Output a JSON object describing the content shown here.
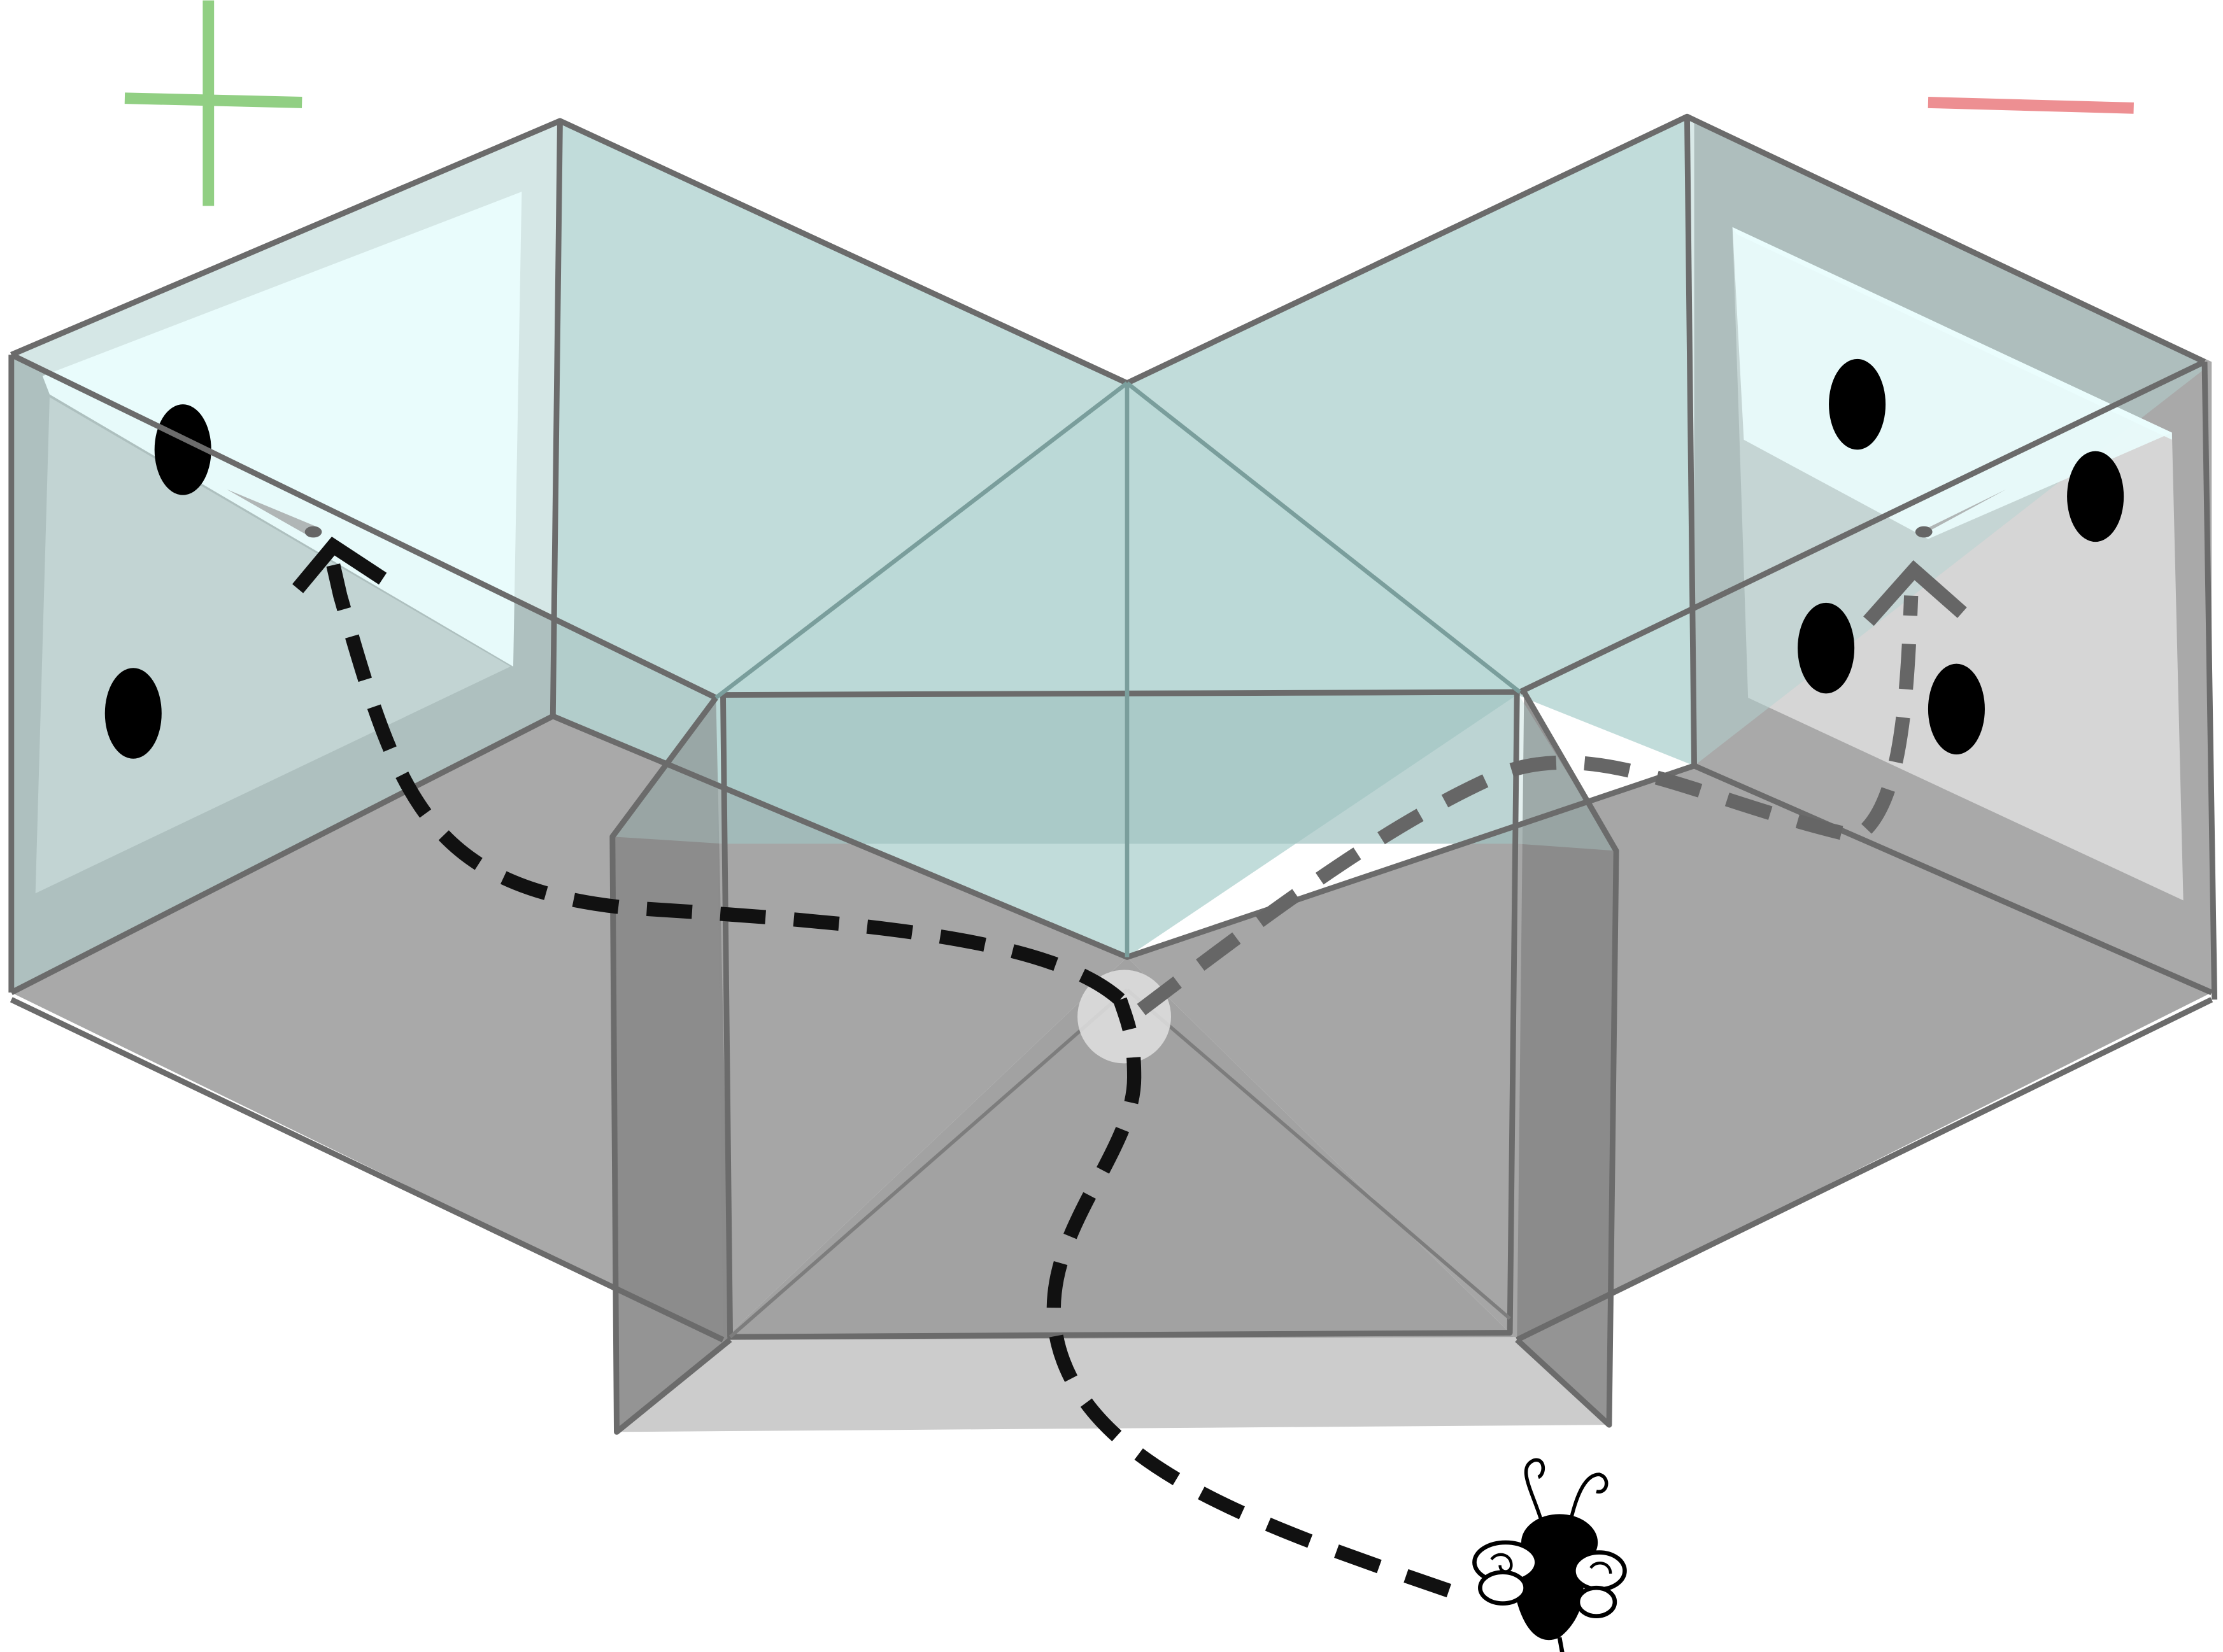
{
  "diagram": {
    "positive_marker": "+",
    "negative_marker": "−",
    "colors": {
      "positive": "#6dbf5a",
      "negative": "#e86a6e",
      "glass": "#b3d4d2",
      "glass_light": "#e8fdfd",
      "floor": "#a6a6a6",
      "floor_dark": "#8a8a8a",
      "wall_inner": "#d2d2d2",
      "edge": "#6b6b6b",
      "path": "#111111",
      "path_grey": "#666666",
      "stimulus": "#000000"
    },
    "icons": {
      "insect": "bee-icon",
      "entry": "entry-hole-icon",
      "positive": "plus-icon",
      "negative": "minus-icon"
    },
    "left_arm": {
      "valence": "positive",
      "stimulus_dots": 2
    },
    "right_arm": {
      "valence": "negative",
      "stimulus_dots": 4
    }
  }
}
